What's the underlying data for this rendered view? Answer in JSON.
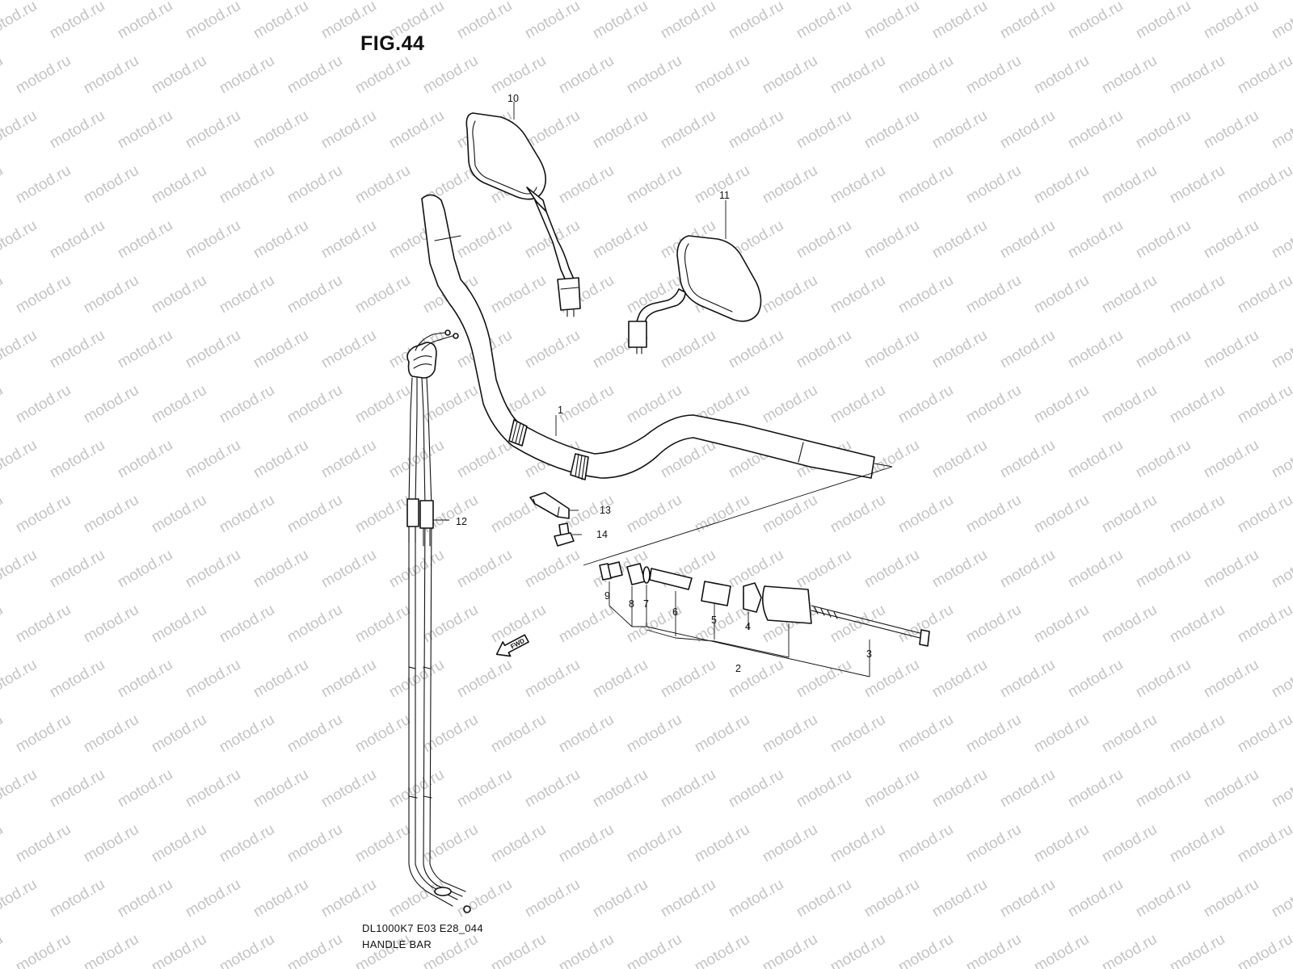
{
  "figure": {
    "title": "FIG.44",
    "model_code": "DL1000K7 E03 E28_044",
    "assembly_name": "HANDLE BAR"
  },
  "watermark": {
    "text": "motod.ru",
    "color": "#c4c4c4"
  },
  "callouts": [
    {
      "id": "1",
      "text": "1"
    },
    {
      "id": "2",
      "text": "2"
    },
    {
      "id": "3",
      "text": "3"
    },
    {
      "id": "4",
      "text": "4"
    },
    {
      "id": "5",
      "text": "5"
    },
    {
      "id": "6",
      "text": "6"
    },
    {
      "id": "7",
      "text": "7"
    },
    {
      "id": "8",
      "text": "8"
    },
    {
      "id": "9",
      "text": "9"
    },
    {
      "id": "10",
      "text": "10"
    },
    {
      "id": "11",
      "text": "11"
    },
    {
      "id": "12",
      "text": "12"
    },
    {
      "id": "13",
      "text": "13"
    },
    {
      "id": "14",
      "text": "14"
    }
  ],
  "direction_marker": {
    "text": "FWD",
    "icon": "forward-arrow-icon"
  }
}
